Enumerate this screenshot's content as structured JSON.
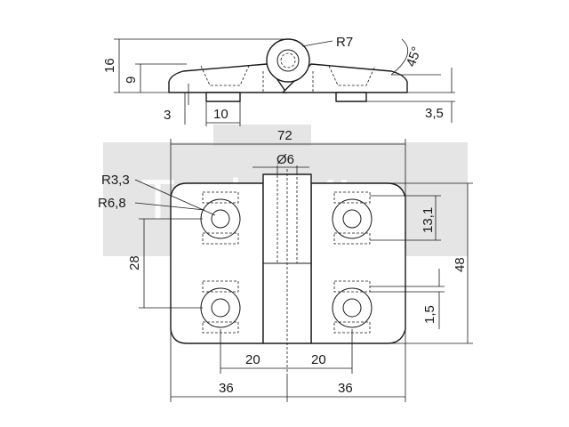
{
  "watermark": {
    "text": "TechXXL"
  },
  "side_view": {
    "dims": {
      "height_total": "16",
      "height_leaf": "9",
      "radius_knuckle": "R7",
      "angle": "45°",
      "recess_depth": "3",
      "recess_width": "10",
      "thickness": "3,5"
    }
  },
  "top_view": {
    "dims": {
      "width_total": "72",
      "pin_diameter": "Ø6",
      "radius_hole": "R3,3",
      "radius_counterbore": "R6,8",
      "hole_spacing_vertical": "28",
      "slot_length": "13,1",
      "height_total": "48",
      "slot_offset": "1,5",
      "offset_left": "20",
      "offset_right": "20",
      "half_left": "36",
      "half_right": "36"
    }
  }
}
